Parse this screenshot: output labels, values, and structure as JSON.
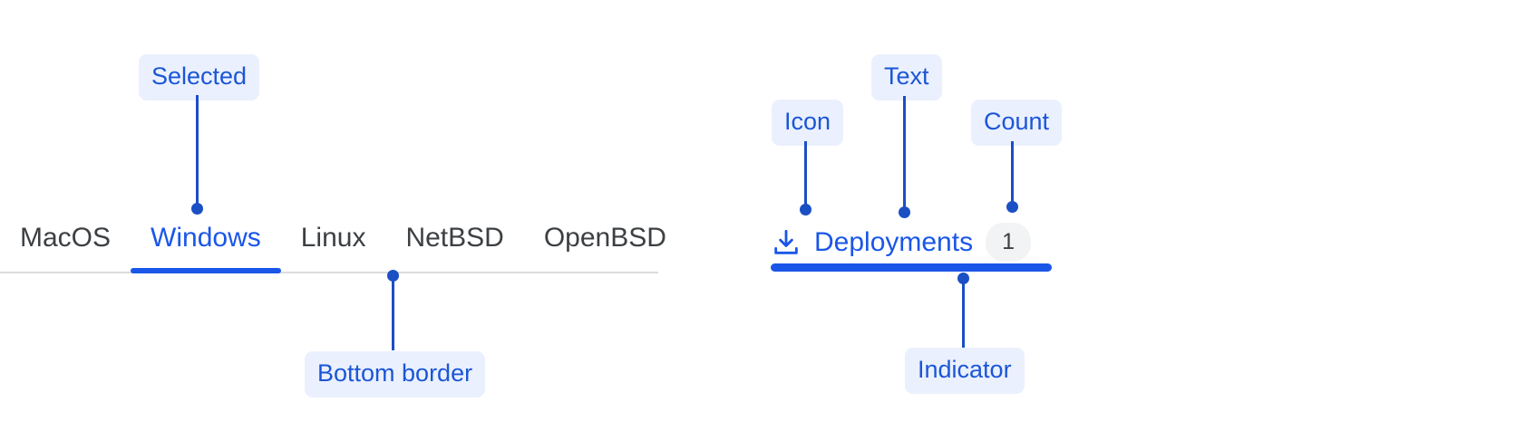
{
  "colors": {
    "accent": "#1a56e8",
    "callout_bg": "#eaf0fd",
    "callout_text": "#1b56d6",
    "leader": "#1b4fc4",
    "tab_text": "#3c4043",
    "tab_divider": "#dcdcdc",
    "badge_bg": "#f1f3f4"
  },
  "left_example": {
    "tabs": [
      {
        "label": "MacOS",
        "selected": false
      },
      {
        "label": "Windows",
        "selected": true
      },
      {
        "label": "Linux",
        "selected": false
      },
      {
        "label": "NetBSD",
        "selected": false
      },
      {
        "label": "OpenBSD",
        "selected": false
      }
    ],
    "annotations": {
      "selected": "Selected",
      "bottom_border": "Bottom border"
    }
  },
  "right_example": {
    "tab": {
      "icon": "download-icon",
      "label": "Deployments",
      "count": "1",
      "selected": true
    },
    "annotations": {
      "icon": "Icon",
      "text": "Text",
      "count": "Count",
      "indicator": "Indicator"
    }
  }
}
